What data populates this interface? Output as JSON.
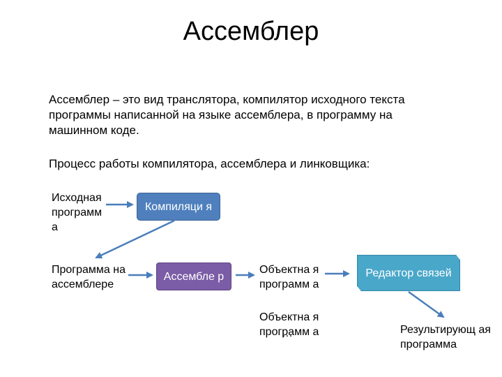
{
  "title": "Ассемблер",
  "paragraph": "Ассемблер – это вид транслятора, компилятор исходного текста программы написанной на языке ассемблера, в программу на машинном коде.",
  "process_caption": "Процесс работы компилятора, ассемблера и линковщика:",
  "nodes": {
    "source": "Исходная программ а",
    "compiler": "Компиляци я",
    "asm_program": "Программа на ассемблере",
    "assembler": "Ассембле р",
    "object1": "Объектна я программ а",
    "object2": "Объектна я программ а",
    "ellipsis": "…",
    "linker": "Редактор связей",
    "result": "Результирующ ая программа"
  },
  "colors": {
    "compiler_box": "#4f80bd",
    "assembler_box": "#7b5ca6",
    "linker_box": "#49a7c9",
    "arrow": "#4a7ebb"
  }
}
